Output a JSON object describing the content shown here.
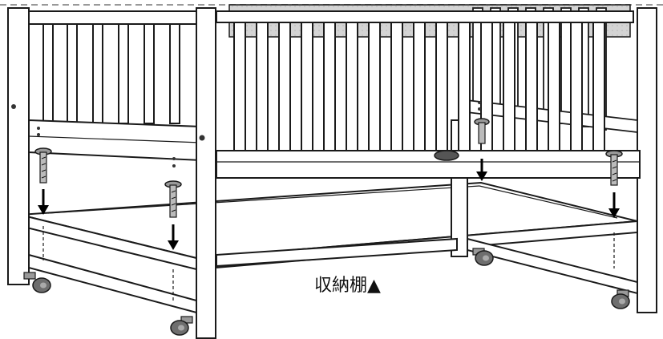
{
  "diagram": {
    "callout_label": "収納棚▲",
    "colors": {
      "line": "#1a1a1a",
      "wood": "#ffffff",
      "mattress": "#d9d9d9",
      "metal": "#999999",
      "wheel": "#6e6e6e"
    },
    "parts": [
      "crib-frame",
      "mattress",
      "storage-shelf",
      "bolt",
      "caster"
    ],
    "icons": [
      "down-arrow-icon",
      "bolt-icon",
      "caster-wheel-icon"
    ]
  }
}
